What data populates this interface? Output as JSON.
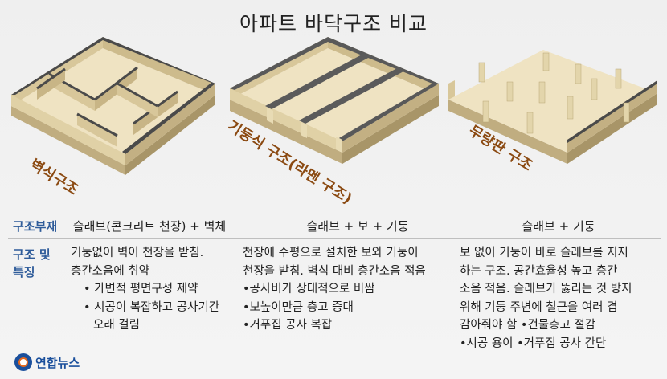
{
  "title": "아파트 바닥구조 비교",
  "structures": [
    {
      "label": "벽식구조"
    },
    {
      "label": "기둥식 구조(라멘 구조)"
    },
    {
      "label": "무량판 구조"
    }
  ],
  "table": {
    "member_label": "구조부재",
    "members": [
      "슬래브(콘크리트 천장) + 벽체",
      "슬래브 + 보 + 기둥",
      "슬래브 + 기둥"
    ],
    "feature_label_1": "구조 및",
    "feature_label_2": "특징",
    "col1": {
      "lines": [
        "기둥없이 벽이 천장을 받침.",
        "층간소음에 취약"
      ],
      "bullets": [
        "• 가변적 평면구성 제약",
        "• 시공이 복잡하고 공사기간",
        "오래 걸림"
      ]
    },
    "col2": {
      "lines": [
        "천장에 수평으로 설치한 보와 기둥이",
        "천장을 받침. 벽식 대비 층간소음 적음"
      ],
      "bullets": [
        "•공사비가 상대적으로 비쌈",
        "•보높이만큼 층고 증대",
        "•거푸집 공사 복잡"
      ]
    },
    "col3": {
      "lines": [
        "보 없이 기둥이 바로 슬래브를 지지",
        "하는 구조. 공간효율성 높고 층간",
        "소음 적음. 슬래브가 뚫리는 것 방지",
        "위해 기둥 주변에 철근을 여러 겹",
        "감아줘야 함 •건물층고 절감",
        "•시공 용이   •거푸집 공사 간단"
      ]
    }
  },
  "logo": "연합뉴스",
  "colors": {
    "wall": "#d8c79a",
    "wall_side": "#b9a677",
    "floor": "#efe3c2",
    "label": "#8b4a12",
    "header": "#2f5c9a"
  }
}
